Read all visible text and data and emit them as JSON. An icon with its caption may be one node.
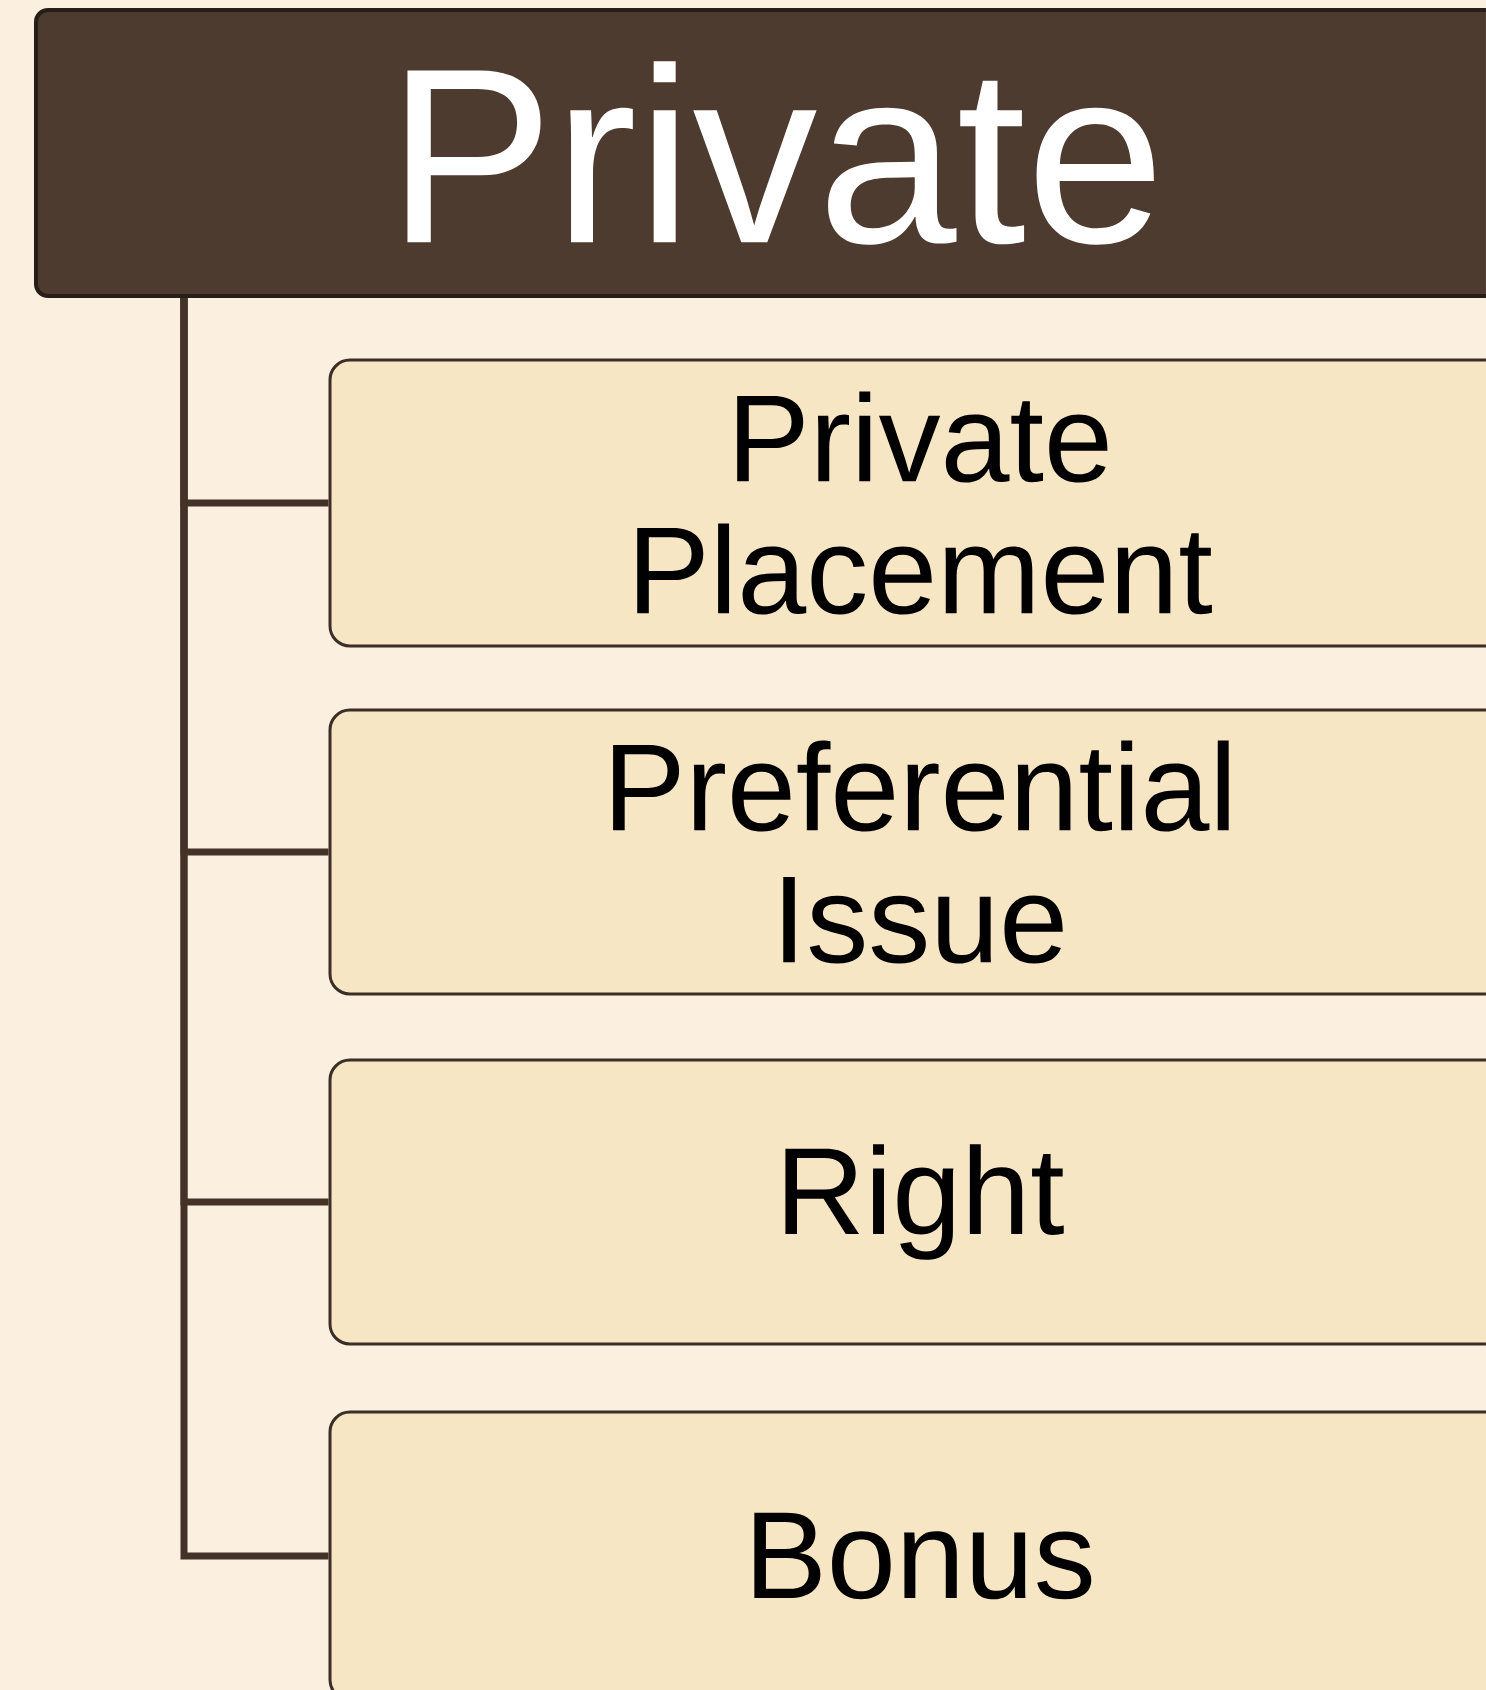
{
  "diagram": {
    "nodes": [
      {
        "text": [
          "Private"
        ]
      },
      {
        "text": [
          "Private Placement"
        ]
      },
      {
        "text": [
          "Preferential Issue"
        ]
      },
      {
        "text": [
          "Right"
        ]
      },
      {
        "text": [
          "Bonus"
        ]
      }
    ],
    "edges": [
      {
        "from": 0,
        "to": 1,
        "arrow": "none"
      },
      {
        "from": 0,
        "to": 2,
        "arrow": "none"
      },
      {
        "from": 0,
        "to": 3,
        "arrow": "none"
      },
      {
        "from": 0,
        "to": 4,
        "arrow": "none"
      }
    ]
  }
}
